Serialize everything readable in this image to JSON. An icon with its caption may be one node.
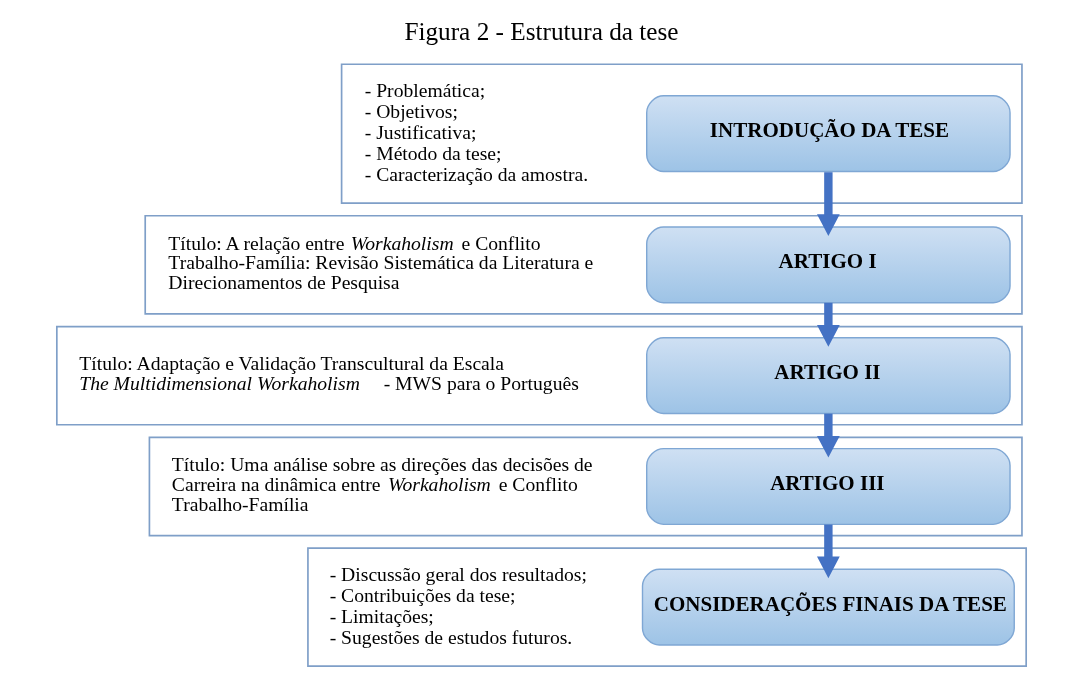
{
  "diagram": {
    "title": "Figura 2 - Estrutura da tese",
    "nodes": [
      {
        "text": [],
        "shape": "box"
      },
      {
        "text": [
          "INTRODUÇÃO DA TESE"
        ],
        "in": 0
      },
      {
        "text": [
          "- Problemática;",
          "- Objetivos;",
          "- Justificativa;",
          "- Método da tese;",
          "- Caracterização da amostra."
        ],
        "in": 0
      },
      {
        "text": [],
        "shape": "box"
      },
      {
        "text": [
          "ARTIGO I"
        ],
        "in": 3
      },
      {
        "text": [
          "Título: A relação entre *Workaholism* e Conflito Trabalho-Família: Revisão Sistemática da Literatura e Direcionamentos de Pesquisa"
        ],
        "in": 3
      },
      {
        "text": [],
        "shape": "box"
      },
      {
        "text": [
          "ARTIGO II"
        ],
        "in": 6
      },
      {
        "text": [
          "Título: Adaptação e Validação Transcultural da Escala *The Multidimensional Workaholism* - MWS para o Português"
        ],
        "in": 6
      },
      {
        "text": [],
        "shape": "box"
      },
      {
        "text": [
          "ARTIGO III"
        ],
        "in": 9
      },
      {
        "text": [
          "Título: Uma análise sobre as direções das decisões de Carreira na dinâmica entre *Workaholism* e Conflito Trabalho-Família"
        ],
        "in": 9
      },
      {
        "text": [],
        "shape": "box"
      },
      {
        "text": [
          "CONSIDERAÇÕES FINAIS DA TESE"
        ],
        "in": 12
      },
      {
        "text": [
          "- Discussão geral dos resultados;",
          "- Contribuições da tese;",
          "- Limitações;",
          "- Sugestões de estudos futuros."
        ],
        "in": 12
      }
    ],
    "edges": [
      {
        "from": 1,
        "to": 4,
        "arrow": "to"
      },
      {
        "from": 4,
        "to": 7,
        "arrow": "to"
      },
      {
        "from": 7,
        "to": 10,
        "arrow": "to"
      },
      {
        "from": 10,
        "to": 13,
        "arrow": "to"
      }
    ]
  }
}
